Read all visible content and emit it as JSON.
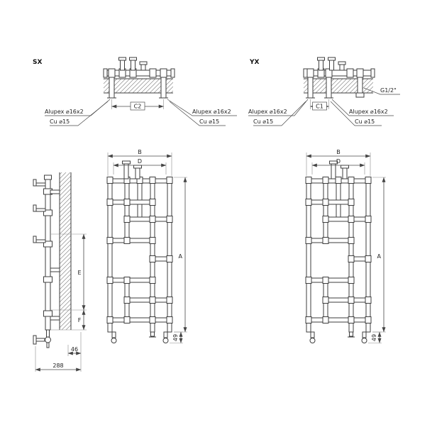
{
  "drawing": {
    "variant_left": "SX",
    "variant_right": "YX"
  },
  "labels": {
    "alupex": "Alupex ⌀16x2",
    "cu": "Cu ⌀15",
    "C2": "C2",
    "C1": "C1",
    "G": "G1/2\"",
    "B": "B",
    "D": "D",
    "A": "A",
    "E": "E",
    "F": "F",
    "n46": "46",
    "n49": "49",
    "n288": "288"
  }
}
